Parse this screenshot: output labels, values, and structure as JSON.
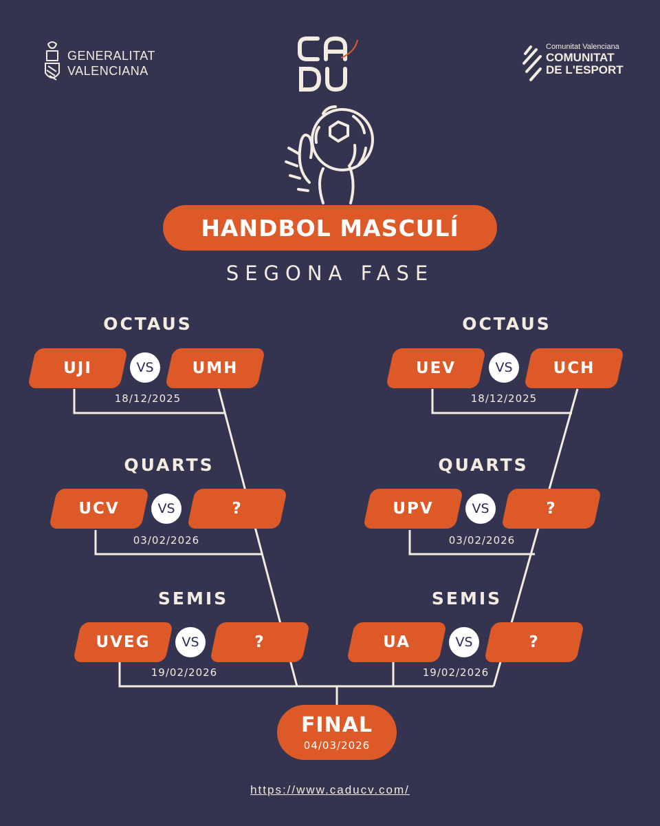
{
  "logos": {
    "left": {
      "lines": [
        "GENERALITAT",
        "VALENCIANA"
      ]
    },
    "center": {
      "letters": "CADU"
    },
    "right": {
      "small": "Comunitat Valenciana",
      "lines": [
        "COMUNITAT",
        "DE L'ESPORT"
      ]
    }
  },
  "title": "HANDBOL MASCULÍ",
  "subtitle": "SEGONA FASE",
  "colors": {
    "background": "#343450",
    "accent": "#dd5a28",
    "text": "#f4ebe1"
  },
  "left": {
    "octaus": {
      "label": "OCTAUS",
      "home": "UJI",
      "away": "UMH",
      "vs": "VS",
      "date": "18/12/2025"
    },
    "quarts": {
      "label": "QUARTS",
      "home": "UCV",
      "away": "?",
      "vs": "VS",
      "date": "03/02/2026"
    },
    "semis": {
      "label": "SEMIS",
      "home": "UVEG",
      "away": "?",
      "vs": "VS",
      "date": "19/02/2026"
    }
  },
  "right": {
    "octaus": {
      "label": "OCTAUS",
      "home": "UEV",
      "away": "UCH",
      "vs": "VS",
      "date": "18/12/2025"
    },
    "quarts": {
      "label": "QUARTS",
      "home": "UPV",
      "away": "?",
      "vs": "VS",
      "date": "03/02/2026"
    },
    "semis": {
      "label": "SEMIS",
      "home": "UA",
      "away": "?",
      "vs": "VS",
      "date": "19/02/2026"
    }
  },
  "final": {
    "label": "FINAL",
    "date": "04/03/2026"
  },
  "url": "https://www.caducv.com/"
}
